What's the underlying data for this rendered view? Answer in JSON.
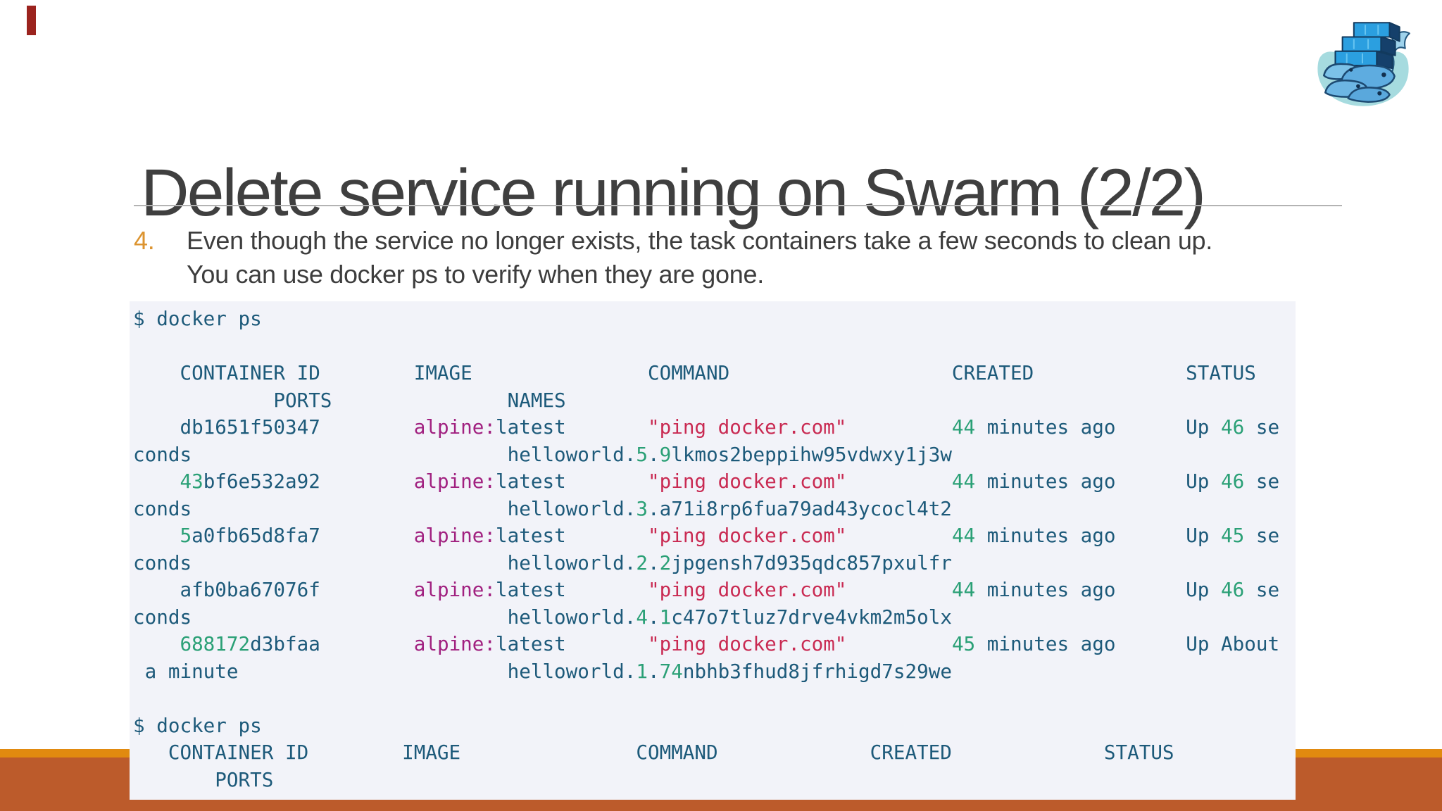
{
  "slide": {
    "title": "Delete service running on Swarm (2/2)",
    "bullet": {
      "number": "4.",
      "lines": [
        "Even though the service no longer exists, the task containers take a few seconds to clean up.",
        "You can use docker ps to verify when they are gone."
      ]
    }
  },
  "logo": {
    "name": "docker-swarm-whales-logo"
  },
  "colors": {
    "title_text": "#3f3f3f",
    "body_text": "#3d3d3d",
    "bullet_number": "#dc9430",
    "divider": "#b3b3b3",
    "code_bg": "#f2f3f9",
    "code_default": "#1d5a7a",
    "code_number": "#2aa076",
    "code_keyword": "#a12180",
    "code_string": "#c92a52",
    "bottom_strip": "#e18a0f",
    "bottom_bar": "#bc5b2b",
    "corner_mark": "#9b231e"
  },
  "code": {
    "lines": [
      [
        [
          "d",
          "$ docker ps"
        ]
      ],
      [],
      [
        [
          "d",
          "    CONTAINER ID        IMAGE               COMMAND                   CREATED             STATUS"
        ]
      ],
      [
        [
          "d",
          "            PORTS               NAMES"
        ]
      ],
      [
        [
          "d",
          "    db1651f50347        "
        ],
        [
          "m",
          "alpine:"
        ],
        [
          "d",
          "latest       "
        ],
        [
          "r",
          "\"ping docker.com\""
        ],
        [
          "d",
          "         "
        ],
        [
          "g",
          "44"
        ],
        [
          "d",
          " minutes ago      Up "
        ],
        [
          "g",
          "46"
        ],
        [
          "d",
          " se"
        ]
      ],
      [
        [
          "d",
          "conds                           helloworld."
        ],
        [
          "g",
          "5"
        ],
        [
          "d",
          "."
        ],
        [
          "g",
          "9"
        ],
        [
          "d",
          "lkmos2beppihw95vdwxy1j3w"
        ]
      ],
      [
        [
          "d",
          "    "
        ],
        [
          "g",
          "43"
        ],
        [
          "d",
          "bf6e532a92        "
        ],
        [
          "m",
          "alpine:"
        ],
        [
          "d",
          "latest       "
        ],
        [
          "r",
          "\"ping docker.com\""
        ],
        [
          "d",
          "         "
        ],
        [
          "g",
          "44"
        ],
        [
          "d",
          " minutes ago      Up "
        ],
        [
          "g",
          "46"
        ],
        [
          "d",
          " se"
        ]
      ],
      [
        [
          "d",
          "conds                           helloworld."
        ],
        [
          "g",
          "3"
        ],
        [
          "d",
          ".a71i8rp6fua79ad43ycocl4t2"
        ]
      ],
      [
        [
          "d",
          "    "
        ],
        [
          "g",
          "5"
        ],
        [
          "d",
          "a0fb65d8fa7        "
        ],
        [
          "m",
          "alpine:"
        ],
        [
          "d",
          "latest       "
        ],
        [
          "r",
          "\"ping docker.com\""
        ],
        [
          "d",
          "         "
        ],
        [
          "g",
          "44"
        ],
        [
          "d",
          " minutes ago      Up "
        ],
        [
          "g",
          "45"
        ],
        [
          "d",
          " se"
        ]
      ],
      [
        [
          "d",
          "conds                           helloworld."
        ],
        [
          "g",
          "2"
        ],
        [
          "d",
          "."
        ],
        [
          "g",
          "2"
        ],
        [
          "d",
          "jpgensh7d935qdc857pxulfr"
        ]
      ],
      [
        [
          "d",
          "    afb0ba67076f        "
        ],
        [
          "m",
          "alpine:"
        ],
        [
          "d",
          "latest       "
        ],
        [
          "r",
          "\"ping docker.com\""
        ],
        [
          "d",
          "         "
        ],
        [
          "g",
          "44"
        ],
        [
          "d",
          " minutes ago      Up "
        ],
        [
          "g",
          "46"
        ],
        [
          "d",
          " se"
        ]
      ],
      [
        [
          "d",
          "conds                           helloworld."
        ],
        [
          "g",
          "4"
        ],
        [
          "d",
          "."
        ],
        [
          "g",
          "1"
        ],
        [
          "d",
          "c47o7tluz7drve4vkm2m5olx"
        ]
      ],
      [
        [
          "d",
          "    "
        ],
        [
          "g",
          "688172"
        ],
        [
          "d",
          "d3bfaa        "
        ],
        [
          "m",
          "alpine:"
        ],
        [
          "d",
          "latest       "
        ],
        [
          "r",
          "\"ping docker.com\""
        ],
        [
          "d",
          "         "
        ],
        [
          "g",
          "45"
        ],
        [
          "d",
          " minutes ago      Up About"
        ]
      ],
      [
        [
          "d",
          " a minute                       helloworld."
        ],
        [
          "g",
          "1"
        ],
        [
          "d",
          "."
        ],
        [
          "g",
          "74"
        ],
        [
          "d",
          "nbhb3fhud8jfrhigd7s29we"
        ]
      ],
      [],
      [
        [
          "d",
          "$ docker ps"
        ]
      ],
      [
        [
          "d",
          "   CONTAINER ID        IMAGE               COMMAND             CREATED             STATUS"
        ]
      ],
      [
        [
          "d",
          "       PORTS"
        ]
      ]
    ]
  }
}
